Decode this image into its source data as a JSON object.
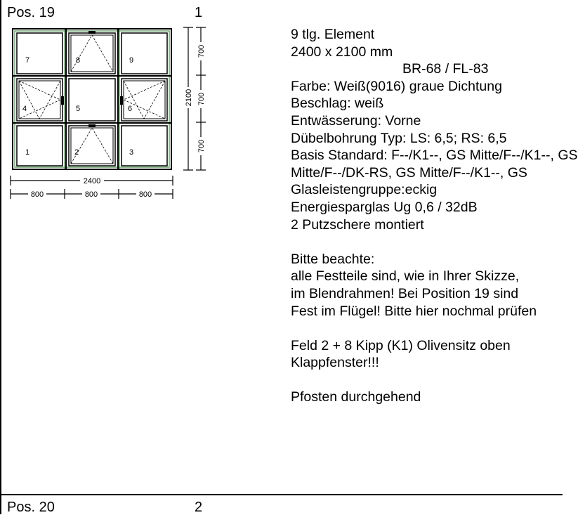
{
  "positions": [
    {
      "label": "Pos. 19",
      "number": "1"
    },
    {
      "label": "Pos. 20",
      "number": "2"
    }
  ],
  "drawing": {
    "panes": [
      "7",
      "8",
      "9",
      "4",
      "5",
      "6",
      "1",
      "2",
      "3"
    ],
    "width_total": "2400",
    "width_parts": [
      "800",
      "800",
      "800"
    ],
    "height_total": "2100",
    "height_parts": [
      "700",
      "700",
      "700"
    ]
  },
  "description": {
    "lines": [
      "9 tlg. Element",
      "2400 x 2100 mm",
      "BR-68 / FL-83",
      "Farbe: Weiß(9016) graue Dichtung",
      "Beschlag: weiß",
      "Entwässerung: Vorne",
      "Dübelbohrung Typ: LS: 6,5; RS: 6,5",
      "Basis Standard: F--/K1--, GS Mitte/F--/K1--, GS",
      "Mitte/F--/DK-RS, GS Mitte/F--/K1--, GS",
      "Glasleistengruppe:eckig",
      "Energiesparglas Ug  0,6 / 32dB",
      "2 Putzschere montiert",
      "",
      "Bitte beachte:",
      "alle Festteile sind, wie in Ihrer Skizze,",
      "im Blendrahmen! Bei Position 19 sind",
      "Fest im Flügel! Bitte hier nochmal prüfen",
      "",
      "Feld 2 + 8 Kipp (K1) Olivensitz oben",
      "Klappfenster!!!",
      "",
      "Pfosten durchgehend"
    ]
  }
}
